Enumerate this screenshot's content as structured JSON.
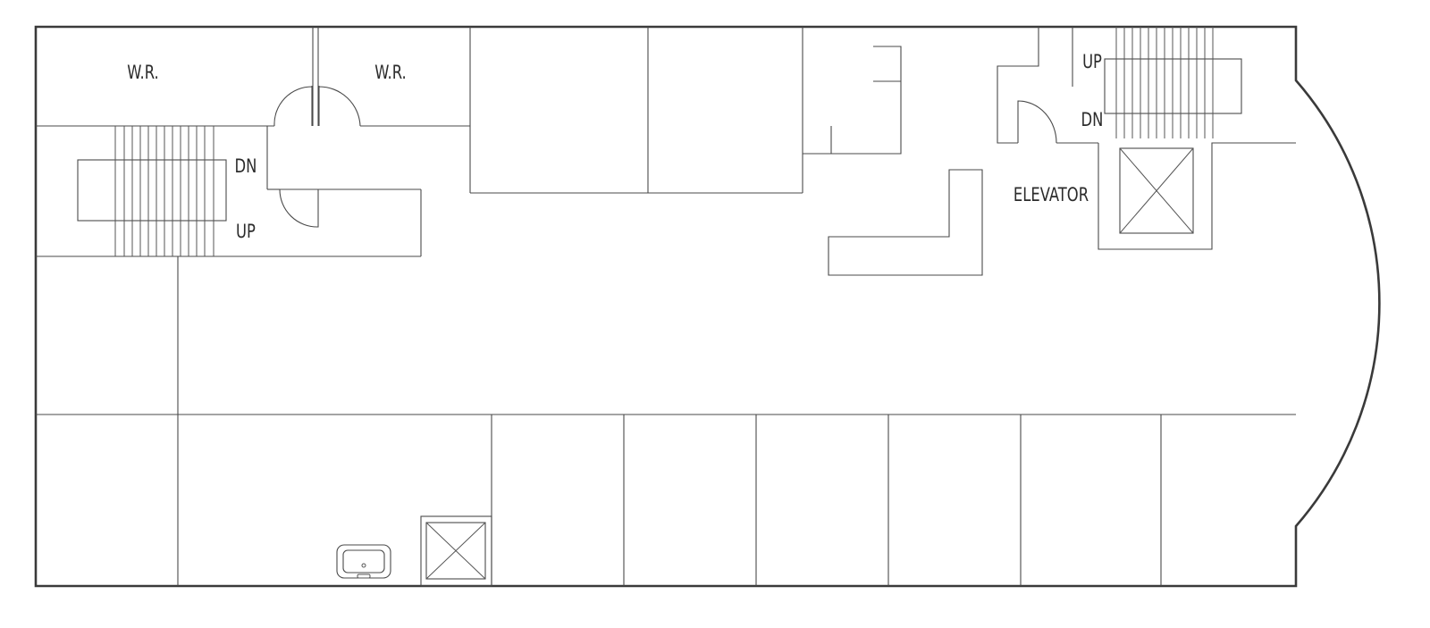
{
  "labels": {
    "wr_left": "W.R.",
    "wr_right": "W.R.",
    "stair_left_dn": "DN",
    "stair_left_up": "UP",
    "stair_right_up": "UP",
    "stair_right_dn": "DN",
    "elevator": "ELEVATOR"
  },
  "colors": {
    "wall": "#3a3a3a",
    "line": "#4a4a4a",
    "background": "#ffffff"
  }
}
